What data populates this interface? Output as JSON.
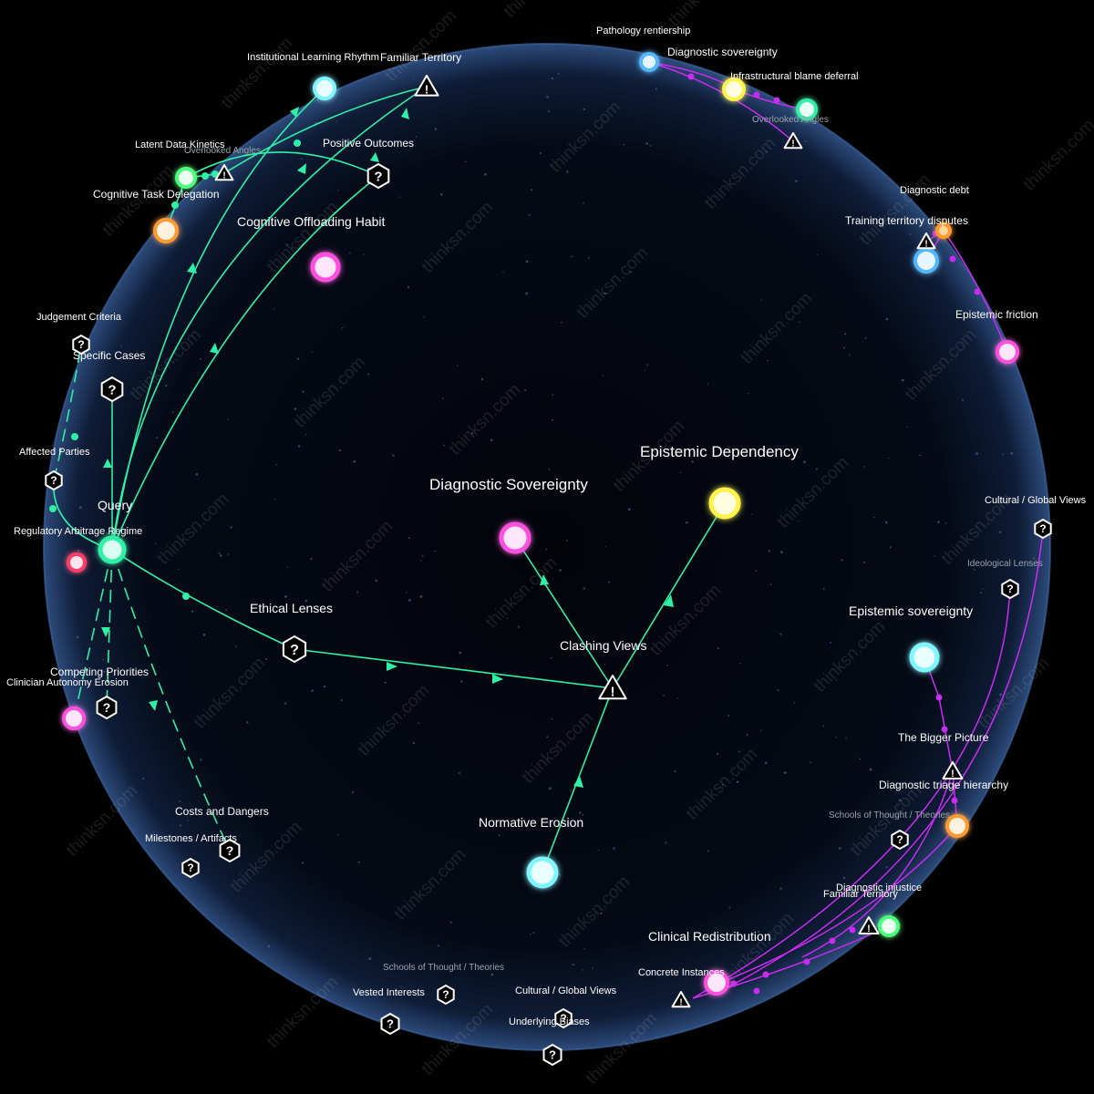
{
  "watermark": "thinksn.com",
  "colors": {
    "green": "#2ef0a6",
    "purple": "#c92cf0",
    "cyan": "#7ff6ff",
    "yellow": "#fff24a",
    "magenta": "#ff4fe0",
    "orange": "#ff9a2e",
    "blue": "#4fb8ff",
    "red": "#ff3b6b",
    "background": "#000000",
    "sphere_edge": "#3a5a88"
  },
  "center": {
    "query": "Query",
    "clashing_views": "Clashing Views",
    "ethical_lenses": "Ethical Lenses",
    "diagnostic_sovereignty": "Diagnostic Sovereignty",
    "epistemic_dependency": "Epistemic Dependency",
    "normative_erosion": "Normative Erosion"
  },
  "upper_left": {
    "institutional": "Institutional Learning Rhythm",
    "familiar_territory": "Familiar Territory",
    "positive_outcomes": "Positive Outcomes",
    "latent_data": "Latent Data Kinetics",
    "overlooked_angles": "Overlooked Angles",
    "cognitive_task": "Cognitive Task Delegation",
    "cognitive_offloading": "Cognitive Offloading Habit"
  },
  "left": {
    "judgement_criteria": "Judgement Criteria",
    "specific_cases": "Specific Cases",
    "affected_parties": "Affected Parties",
    "regulatory": "Regulatory Arbitrage Regime",
    "competing_priorities": "Competing Priorities",
    "clinician_autonomy": "Clinician Autonomy Erosion",
    "costs_dangers": "Costs and Dangers",
    "milestones": "Milestones / Artifacts"
  },
  "upper_right": {
    "pathology": "Pathology rentiership",
    "diagnostic_sov": "Diagnostic sovereignty",
    "infrastructural": "Infrastructural blame deferral",
    "overlooked_angles": "Overlooked Angles",
    "diagnostic_debt": "Diagnostic debt",
    "training_territory": "Training territory disputes",
    "epistemic_friction": "Epistemic friction"
  },
  "right": {
    "cultural_global": "Cultural / Global Views",
    "ideological": "Ideological Lenses",
    "epistemic_sovereignty": "Epistemic sovereignty",
    "bigger_picture": "The Bigger Picture",
    "triage": "Diagnostic triage hierarchy",
    "schools": "Schools of Thought / Theories",
    "diagnostic_injustice": "Diagnostic injustice",
    "familiar_territory": "Familiar Territory",
    "clinical_redistribution": "Clinical Redistribution",
    "concrete_instances": "Concrete Instances"
  },
  "bottom": {
    "schools": "Schools of Thought / Theories",
    "vested_interests": "Vested Interests",
    "cultural_global": "Cultural / Global Views",
    "underlying_biases": "Underlying Biases"
  }
}
